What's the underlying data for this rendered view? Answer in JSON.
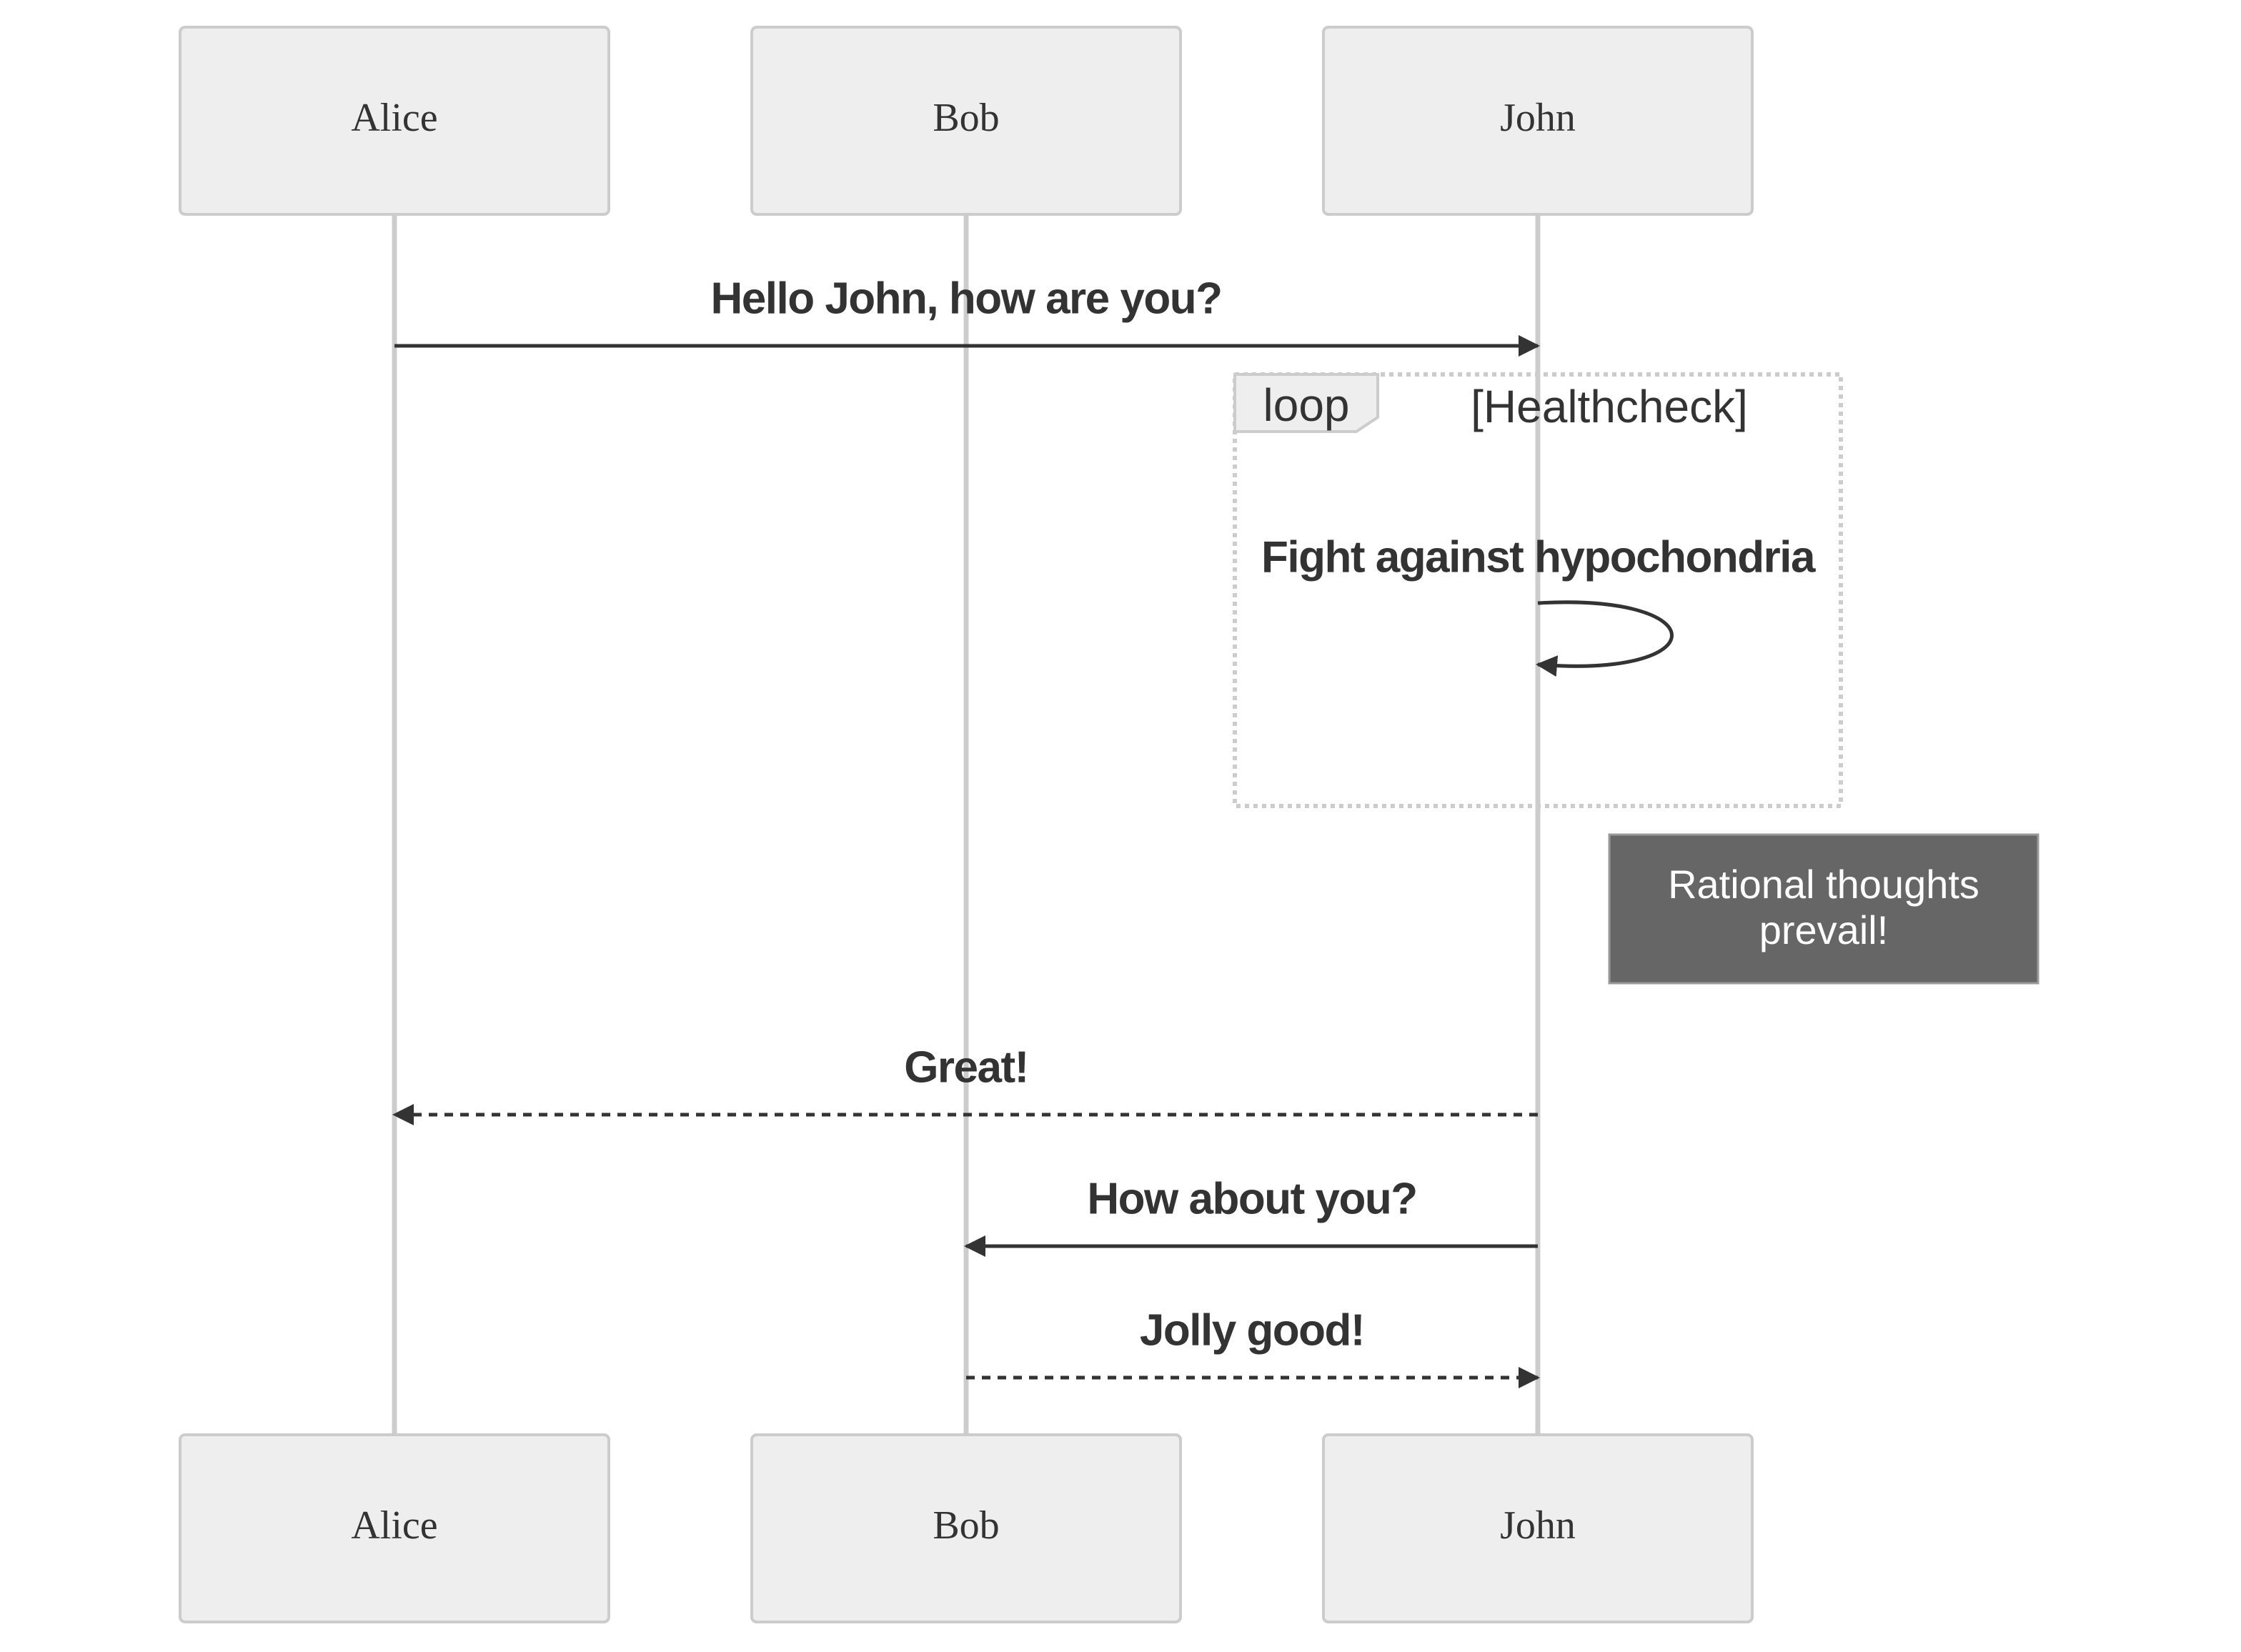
{
  "actors": [
    {
      "id": "alice",
      "label": "Alice"
    },
    {
      "id": "bob",
      "label": "Bob"
    },
    {
      "id": "john",
      "label": "John"
    }
  ],
  "messages": [
    {
      "from": "alice",
      "to": "john",
      "text": "Hello John, how are you?",
      "style": "solid"
    },
    {
      "from": "john",
      "to": "john",
      "text": "Fight against hypochondria",
      "style": "solid"
    },
    {
      "from": "john",
      "to": "alice",
      "text": "Great!",
      "style": "dotted"
    },
    {
      "from": "john",
      "to": "bob",
      "text": "How about you?",
      "style": "solid"
    },
    {
      "from": "bob",
      "to": "john",
      "text": "Jolly good!",
      "style": "dotted"
    }
  ],
  "loop": {
    "keyword": "loop",
    "condition": "[Healthcheck]"
  },
  "note": {
    "over": "john",
    "lines": [
      "Rational thoughts",
      "prevail!"
    ]
  },
  "colors": {
    "actor_fill": "#eeeeee",
    "actor_stroke": "#cccccc",
    "lifeline": "#cccccc",
    "line": "#333333",
    "text": "#333333",
    "note_fill": "#666666",
    "note_text": "#ffffff"
  }
}
